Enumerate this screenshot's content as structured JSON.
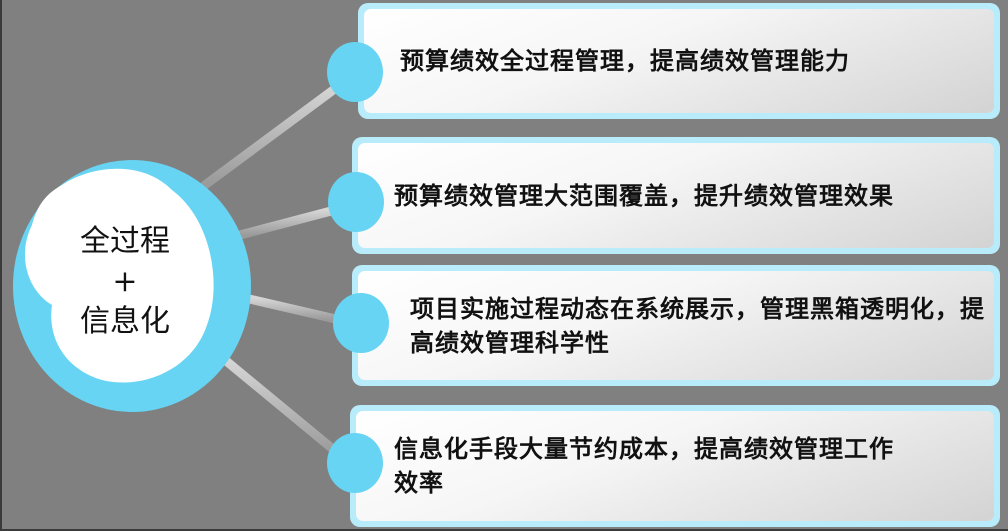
{
  "diagram": {
    "type": "hub-and-spoke",
    "hub": {
      "line1": "全过程",
      "line2": "+",
      "line3": "信息化"
    },
    "items": [
      {
        "text": "预算绩效全过程管理，提高绩效管理能力"
      },
      {
        "text": "预算绩效管理大范围覆盖，提升绩效管理效果"
      },
      {
        "text": "项目实施过程动态在系统展示，管理黑箱透明化，提高绩效管理科学性"
      },
      {
        "text": "信息化手段大量节约成本，提高绩效管理工作效率"
      }
    ]
  },
  "colors": {
    "background": "#808080",
    "accent_cyan": "#66d4f2",
    "card_border": "#b8ecfa",
    "connector": "#c0c0c0",
    "text": "#111111"
  }
}
